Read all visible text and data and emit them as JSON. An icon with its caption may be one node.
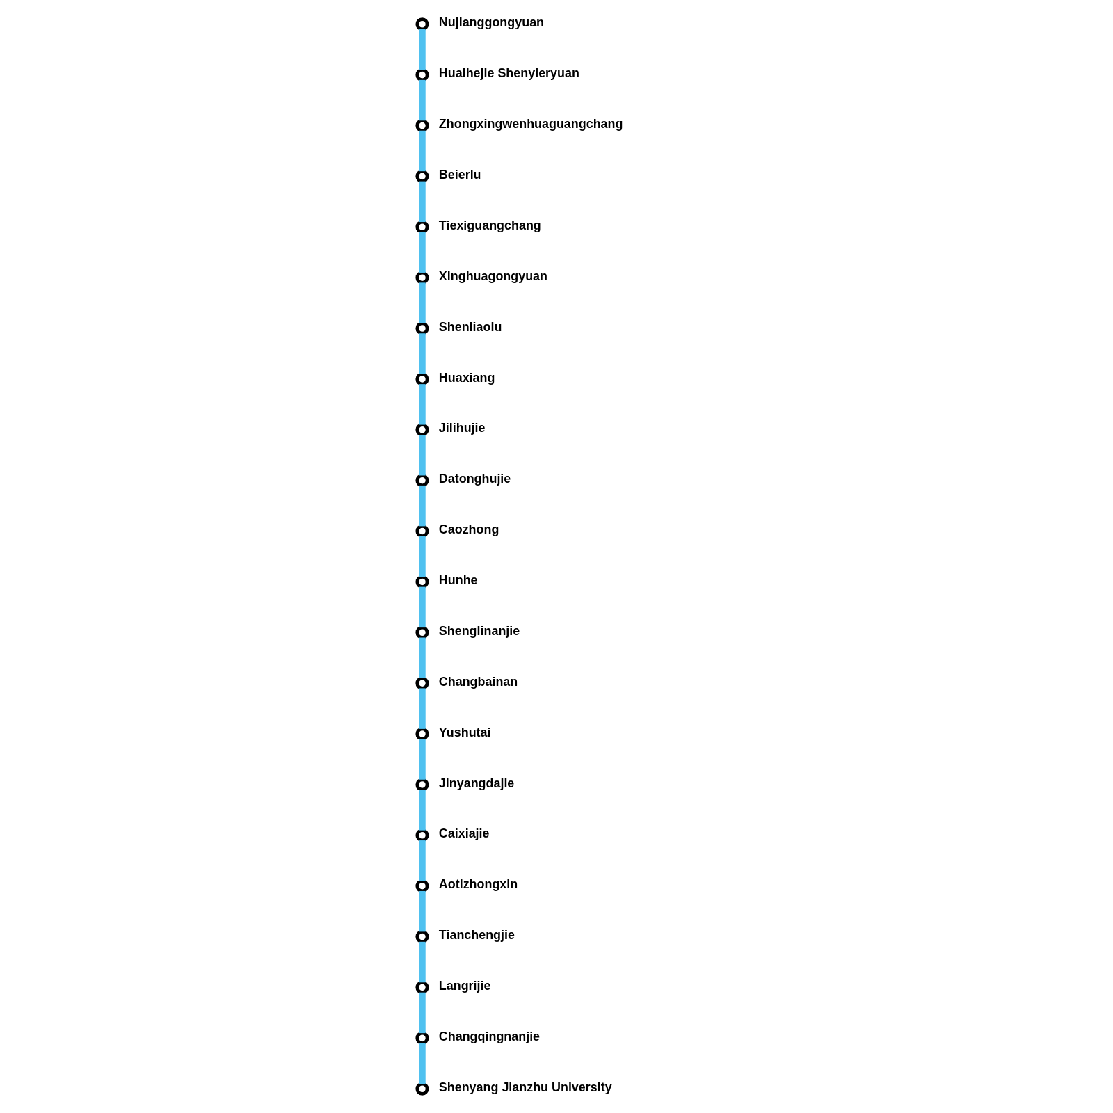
{
  "diagram": {
    "nodes": [
      {
        "text": [],
        "shape": "circle",
        "beside": [
          "Nujianggongyuan"
        ]
      },
      {
        "text": [],
        "shape": "circle",
        "beside": [
          "Huaihejie Shenyieryuan"
        ]
      },
      {
        "text": [],
        "shape": "circle",
        "beside": [
          "Zhongxingwenhuaguangchang"
        ]
      },
      {
        "text": [],
        "shape": "circle",
        "beside": [
          "Beierlu"
        ]
      },
      {
        "text": [],
        "shape": "circle",
        "beside": [
          "Tiexiguangchang"
        ]
      },
      {
        "text": [],
        "shape": "circle",
        "beside": [
          "Xinghuagongyuan"
        ]
      },
      {
        "text": [],
        "shape": "circle",
        "beside": [
          "Shenliaolu"
        ]
      },
      {
        "text": [],
        "shape": "circle",
        "beside": [
          "Huaxiang"
        ]
      },
      {
        "text": [],
        "shape": "circle",
        "beside": [
          "Jilihujie"
        ]
      },
      {
        "text": [],
        "shape": "circle",
        "beside": [
          "Datonghujie"
        ]
      },
      {
        "text": [],
        "shape": "circle",
        "beside": [
          "Caozhong"
        ]
      },
      {
        "text": [],
        "shape": "circle",
        "beside": [
          "Hunhe"
        ]
      },
      {
        "text": [],
        "shape": "circle",
        "beside": [
          "Shenglinanjie"
        ]
      },
      {
        "text": [],
        "shape": "circle",
        "beside": [
          "Changbainan"
        ]
      },
      {
        "text": [],
        "shape": "circle",
        "beside": [
          "Yushutai"
        ]
      },
      {
        "text": [],
        "shape": "circle",
        "beside": [
          "Jinyangdajie"
        ]
      },
      {
        "text": [],
        "shape": "circle",
        "beside": [
          "Caixiajie"
        ]
      },
      {
        "text": [],
        "shape": "circle",
        "beside": [
          "Aotizhongxin"
        ]
      },
      {
        "text": [],
        "shape": "circle",
        "beside": [
          "Tianchengjie"
        ]
      },
      {
        "text": [],
        "shape": "circle",
        "beside": [
          "Langrijie"
        ]
      },
      {
        "text": [],
        "shape": "circle",
        "beside": [
          "Changqingnanjie"
        ]
      },
      {
        "text": [],
        "shape": "circle",
        "beside": [
          "Shenyang Jianzhu University"
        ]
      }
    ],
    "edges": [
      {
        "from": 0,
        "to": 1,
        "arrow": "none"
      },
      {
        "from": 1,
        "to": 2,
        "arrow": "none"
      },
      {
        "from": 2,
        "to": 3,
        "arrow": "none"
      },
      {
        "from": 3,
        "to": 4,
        "arrow": "none"
      },
      {
        "from": 4,
        "to": 5,
        "arrow": "none"
      },
      {
        "from": 5,
        "to": 6,
        "arrow": "none"
      },
      {
        "from": 6,
        "to": 7,
        "arrow": "none"
      },
      {
        "from": 7,
        "to": 8,
        "arrow": "none"
      },
      {
        "from": 8,
        "to": 9,
        "arrow": "none"
      },
      {
        "from": 9,
        "to": 10,
        "arrow": "none"
      },
      {
        "from": 10,
        "to": 11,
        "arrow": "none"
      },
      {
        "from": 11,
        "to": 12,
        "arrow": "none"
      },
      {
        "from": 12,
        "to": 13,
        "arrow": "none"
      },
      {
        "from": 13,
        "to": 14,
        "arrow": "none"
      },
      {
        "from": 14,
        "to": 15,
        "arrow": "none"
      },
      {
        "from": 15,
        "to": 16,
        "arrow": "none"
      },
      {
        "from": 16,
        "to": 17,
        "arrow": "none"
      },
      {
        "from": 17,
        "to": 18,
        "arrow": "none"
      },
      {
        "from": 18,
        "to": 19,
        "arrow": "none"
      },
      {
        "from": 19,
        "to": 20,
        "arrow": "none"
      },
      {
        "from": 20,
        "to": 21,
        "arrow": "none"
      }
    ]
  }
}
